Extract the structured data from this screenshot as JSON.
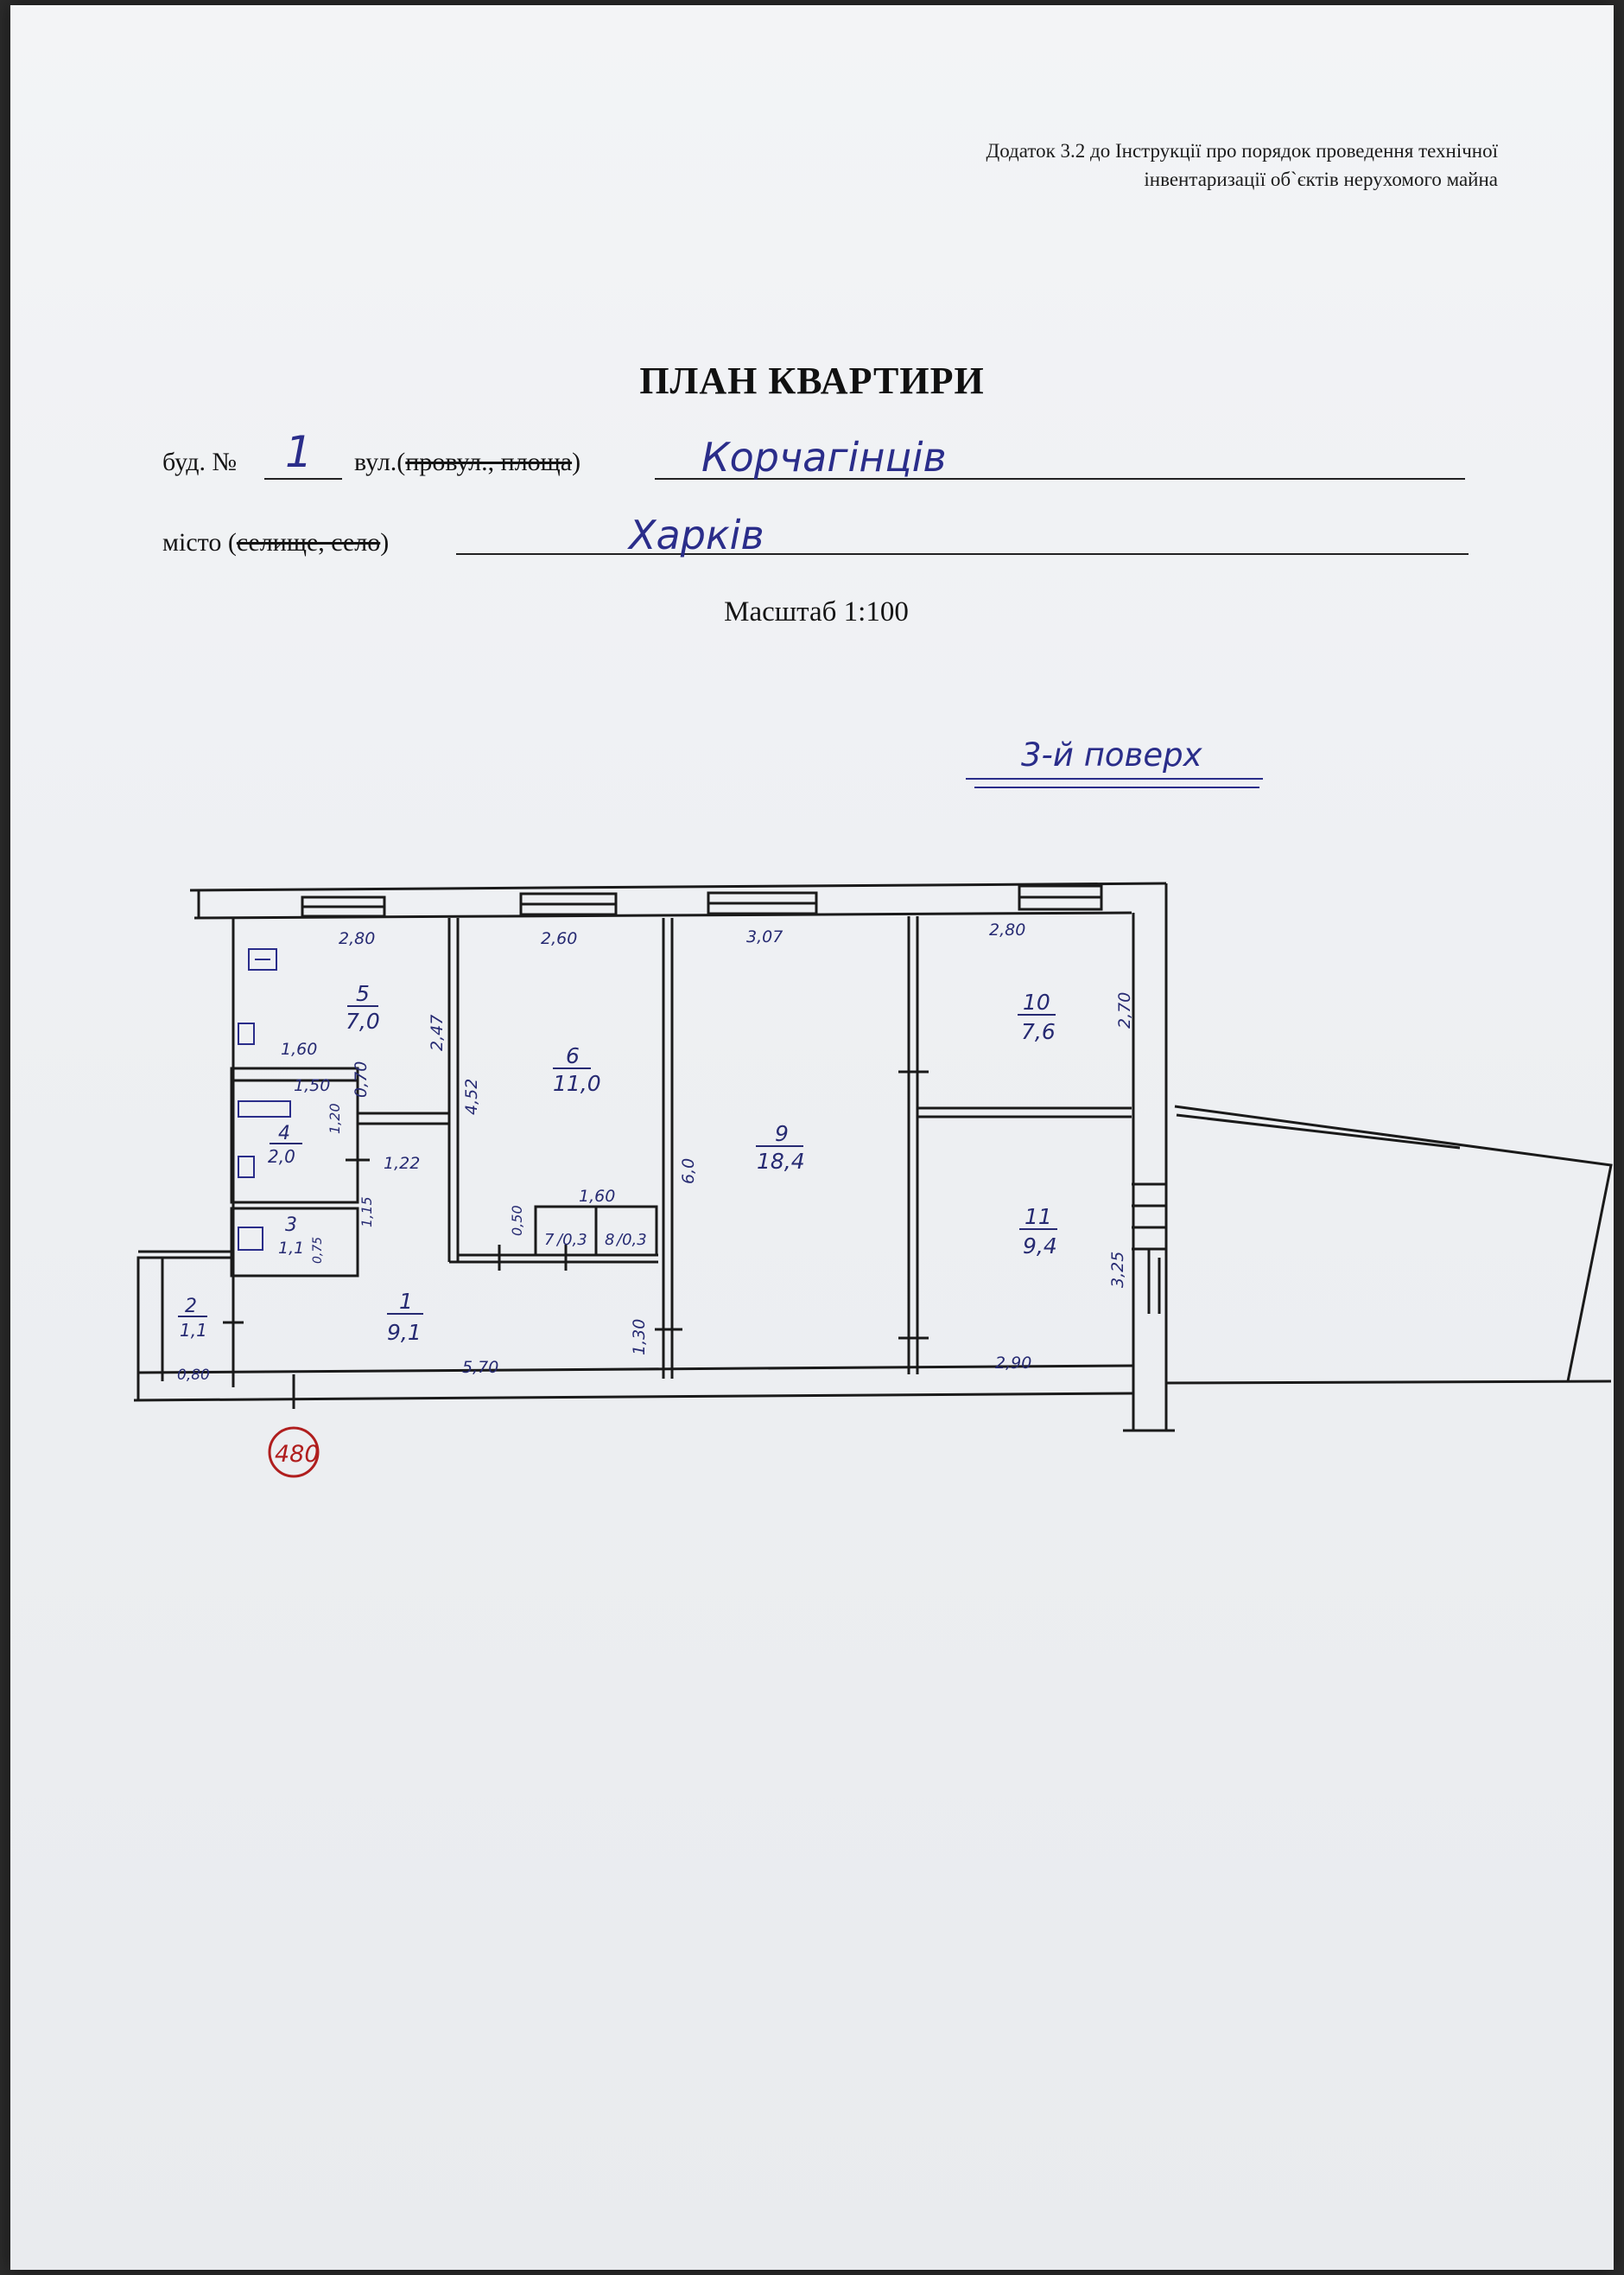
{
  "annex": {
    "line1": "Додаток 3.2 до Інструкції про порядок проведення технічної",
    "line2": "інвентаризації об`єктів нерухомого майна"
  },
  "title": "ПЛАН КВАРТИРИ",
  "address": {
    "house_label": "буд. №",
    "house_number": "1",
    "street_label_prefix": "вул.(",
    "street_label_struck": "провул., площа",
    "street_label_suffix": ")",
    "street_value": "Корчагінців",
    "city_label_prefix": "місто (",
    "city_label_struck": "селище, село",
    "city_label_suffix": ")",
    "city_value": "Харків"
  },
  "scale": "Масштаб 1:100",
  "floor": "3-й поверх",
  "plan": {
    "dims": {
      "d_280a": "2,80",
      "d_260": "2,60",
      "d_307": "3,07",
      "d_280b": "2,80",
      "d_270": "2,70",
      "d_160a": "1,60",
      "d_150": "1,50",
      "d_070": "0,70",
      "d_247": "2,47",
      "d_452": "4,52",
      "d_122": "1,22",
      "d_600": "6,0",
      "d_160b": "1,60",
      "d_050": "0,50",
      "d_130": "1,30",
      "d_575": "5,70",
      "d_290": "2,90",
      "d_080": "0,80",
      "d_325": "3,25",
      "d_120": "1,20",
      "d_115": "1,15",
      "d_075": "0,75"
    },
    "rooms": [
      {
        "num": "1",
        "area": "9,1"
      },
      {
        "num": "2",
        "area": "1,1"
      },
      {
        "num": "3",
        "area": "1,1"
      },
      {
        "num": "4",
        "area": "2,0"
      },
      {
        "num": "5",
        "area": "7,0"
      },
      {
        "num": "6",
        "area": "11,0"
      },
      {
        "num": "7",
        "area": "0,3"
      },
      {
        "num": "8",
        "area": "0,3"
      },
      {
        "num": "9",
        "area": "18,4"
      },
      {
        "num": "10",
        "area": "7,6"
      },
      {
        "num": "11",
        "area": "9,4"
      }
    ],
    "stamp": "480"
  }
}
